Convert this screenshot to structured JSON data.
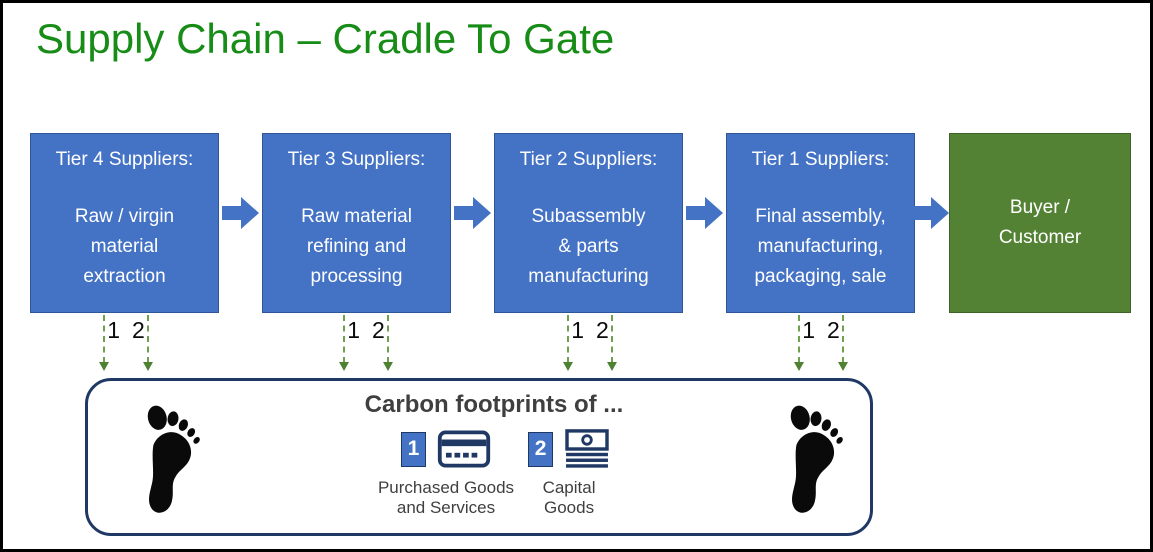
{
  "slide": {
    "title": "Supply Chain – Cradle To Gate"
  },
  "chain": {
    "suppliers": [
      {
        "heading": "Tier 4 Suppliers:",
        "body": "Raw / virgin\nmaterial\nextraction"
      },
      {
        "heading": "Tier 3 Suppliers:",
        "body": "Raw material\nrefining and\nprocessing"
      },
      {
        "heading": "Tier 2 Suppliers:",
        "body": "Subassembly\n& parts\nmanufacturing"
      },
      {
        "heading": "Tier 1 Suppliers:",
        "body": "Final assembly,\nmanufacturing,\npackaging, sale"
      }
    ],
    "buyer": {
      "body": "Buyer /\nCustomer"
    }
  },
  "scopes": {
    "labels": [
      "1",
      "2"
    ]
  },
  "panel": {
    "title": "Carbon footprints of ...",
    "items": [
      {
        "number": "1",
        "icon": "credit-card-icon",
        "label": "Purchased Goods\nand Services"
      },
      {
        "number": "2",
        "icon": "capital-goods-icon",
        "label": "Capital\nGoods"
      }
    ]
  },
  "icons": [
    "footprint-icon",
    "credit-card-icon",
    "capital-goods-icon",
    "block-arrow-icon",
    "dashed-arrow-icon"
  ],
  "colors": {
    "title_green": "#178C17",
    "box_blue": "#4472C4",
    "box_blue_border": "#2F5597",
    "buyer_green": "#548235",
    "buyer_green_border": "#3F6327",
    "panel_navy": "#1F3864",
    "dashed_arrow_green": "#6FA04D",
    "arrowhead_green": "#4E8132",
    "text_gray": "#3F3F3F",
    "text_white": "#FFFFFF",
    "footprint_black": "#0A0A0A"
  }
}
